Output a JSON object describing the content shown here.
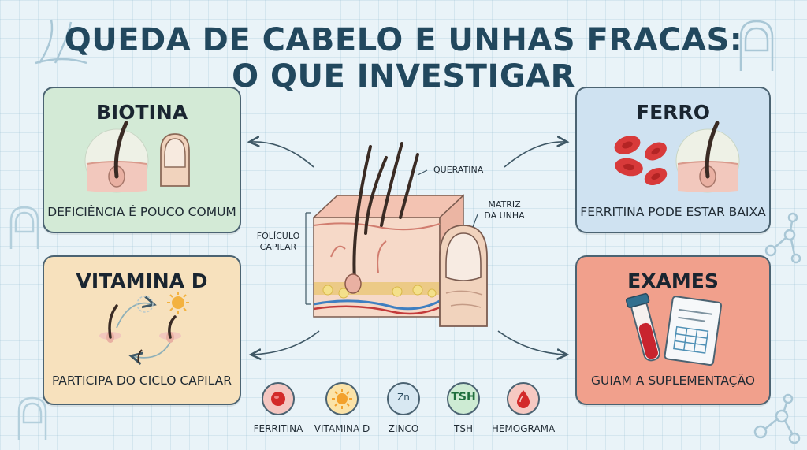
{
  "title": {
    "line1": "QUEDA DE CABELO E UNHAS FRACAS:",
    "line2": "O QUE INVESTIGAR"
  },
  "cards": {
    "biotina": {
      "title": "BIOTINA",
      "caption": "DEFICIÊNCIA É POUCO COMUM",
      "color": "#d3ead6"
    },
    "ferro": {
      "title": "FERRO",
      "caption": "FERRITINA PODE ESTAR BAIXA",
      "color": "#cfe2f1"
    },
    "vitamina_d": {
      "title": "VITAMINA D",
      "caption": "PARTICIPA DO CICLO CAPILAR",
      "color": "#f7e1bd"
    },
    "exames": {
      "title": "EXAMES",
      "caption": "GUIAM A SUPLEMENTAÇÃO",
      "color": "#f1a08c"
    }
  },
  "center": {
    "labels": {
      "keratin": "QUERATINA",
      "nail_matrix_1": "MATRIZ",
      "nail_matrix_2": "DA UNHA",
      "follicle_1": "FOLÍCULO",
      "follicle_2": "CAPILAR"
    }
  },
  "tests": [
    {
      "label": "FERRITINA",
      "icon": "blood-drop-icon",
      "color": "#f4c6c1"
    },
    {
      "label": "VITAMINA D",
      "icon": "sun-icon",
      "color": "#fbe3a8"
    },
    {
      "label": "ZINCO",
      "icon": "zinc-icon",
      "text": "Zn",
      "color": "#d8e8f2"
    },
    {
      "label": "TSH",
      "icon": "tsh-icon",
      "text": "TSH",
      "color": "#cdebd3"
    },
    {
      "label": "HEMOGRAMA",
      "icon": "blood-drop-icon",
      "color": "#f6c9c2"
    }
  ]
}
